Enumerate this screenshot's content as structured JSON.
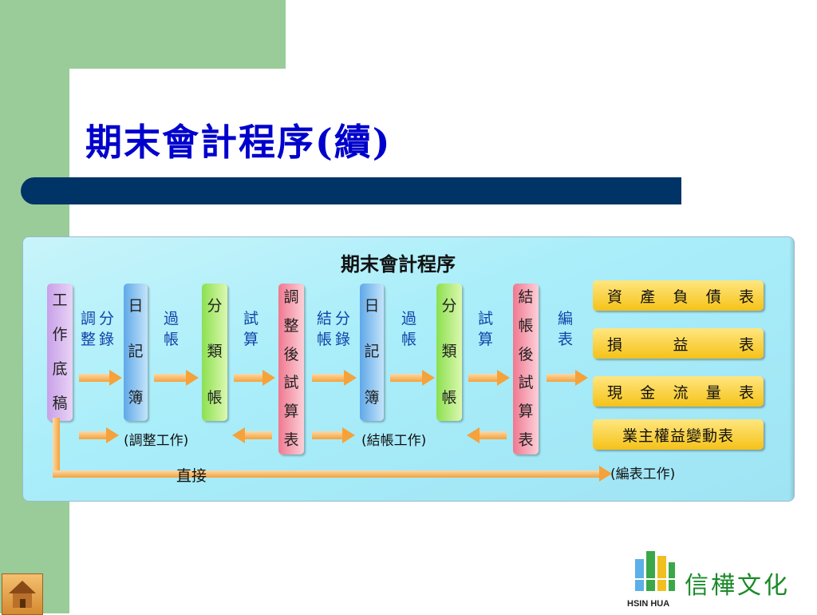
{
  "slide": {
    "title": "期末會計程序(續)"
  },
  "diagram": {
    "title": "期末會計程序",
    "boxes": {
      "worksheet": [
        "工",
        "作",
        "底",
        "稿"
      ],
      "journal1": [
        "日",
        "記",
        "簿"
      ],
      "ledger1": [
        "分",
        "類",
        "帳"
      ],
      "adjusted_tb": [
        "調",
        "整",
        "後",
        "試",
        "算",
        "表"
      ],
      "journal2": [
        "日",
        "記",
        "簿"
      ],
      "ledger2": [
        "分",
        "類",
        "帳"
      ],
      "post_closing_tb": [
        "結",
        "帳",
        "後",
        "試",
        "算",
        "表"
      ]
    },
    "steps": {
      "adjust_entries": {
        "col1": [
          "調",
          "整"
        ],
        "col2": [
          "分",
          "錄"
        ]
      },
      "post1": [
        "過",
        "帳"
      ],
      "trial1": [
        "試",
        "算"
      ],
      "closing_entries": {
        "col1": [
          "結",
          "帳"
        ],
        "col2": [
          "分",
          "錄"
        ]
      },
      "post2": [
        "過",
        "帳"
      ],
      "trial2": [
        "試",
        "算"
      ],
      "prepare": [
        "編",
        "表"
      ]
    },
    "notes": {
      "adjusting_work": "(調整工作)",
      "closing_work": "(結帳工作)",
      "statement_work": "(編表工作)",
      "direct": "直接"
    },
    "statements": [
      [
        "資",
        "產",
        "負",
        "債",
        "表"
      ],
      [
        "損",
        "益",
        "表"
      ],
      [
        "現",
        "金",
        "流",
        "量",
        "表"
      ],
      [
        "業主權益變動表"
      ]
    ]
  },
  "logo": {
    "chinese": "信樺文化",
    "english": "HSIN HUA"
  },
  "colors": {
    "title": "#0000cc",
    "sidebar": "#99cc99",
    "bar": "#003366",
    "arrow": "#f5a23a",
    "statement_box": "#f5c218"
  },
  "icons": {
    "home": "home-icon"
  }
}
